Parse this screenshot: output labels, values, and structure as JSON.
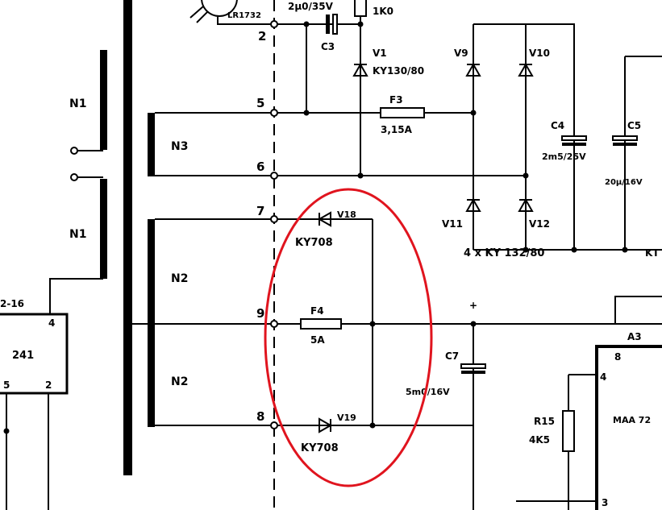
{
  "title": "Power supply schematic excerpt",
  "highlight_color": "#e0141e",
  "labels": {
    "n1_top": "N1",
    "n1_bottom": "N1",
    "n3": "N3",
    "n2_top": "N2",
    "n2_bottom": "N2",
    "t2": "2",
    "t5": "5",
    "t6": "6",
    "t7": "7",
    "t9": "9",
    "t8": "8",
    "photo": "LR1732",
    "c3_value": "2μ0/35V",
    "c3": "C3",
    "r_top": "1K0",
    "v1": "V1",
    "v1_type": "KY130/80",
    "f3": "F3",
    "f3_value": "3,15A",
    "v9": "V9",
    "v10": "V10",
    "v11": "V11",
    "v12": "V12",
    "bridge_type": "4 x KY 132/80",
    "c4": "C4",
    "c4_value": "2m5/25V",
    "c5": "C5",
    "c5_value": "20μ/16V",
    "kt": "KT",
    "v18": "V18",
    "v18_type": "KY708",
    "f4": "F4",
    "f4_value": "5A",
    "v19": "V19",
    "v19_type": "KY708",
    "plus": "+",
    "c7": "C7",
    "c7_value": "5m0/16V",
    "a3": "A3",
    "a3_pin8": "8",
    "a3_pin4": "4",
    "a3_pin3": "3",
    "a3_ic": "MAA 72",
    "r15": "R15",
    "r15_value": "4K5",
    "left_ic_ref": "2-16",
    "left_ic": "241",
    "left_pin4": "4",
    "left_pin5": "5",
    "left_pin2": "2"
  }
}
